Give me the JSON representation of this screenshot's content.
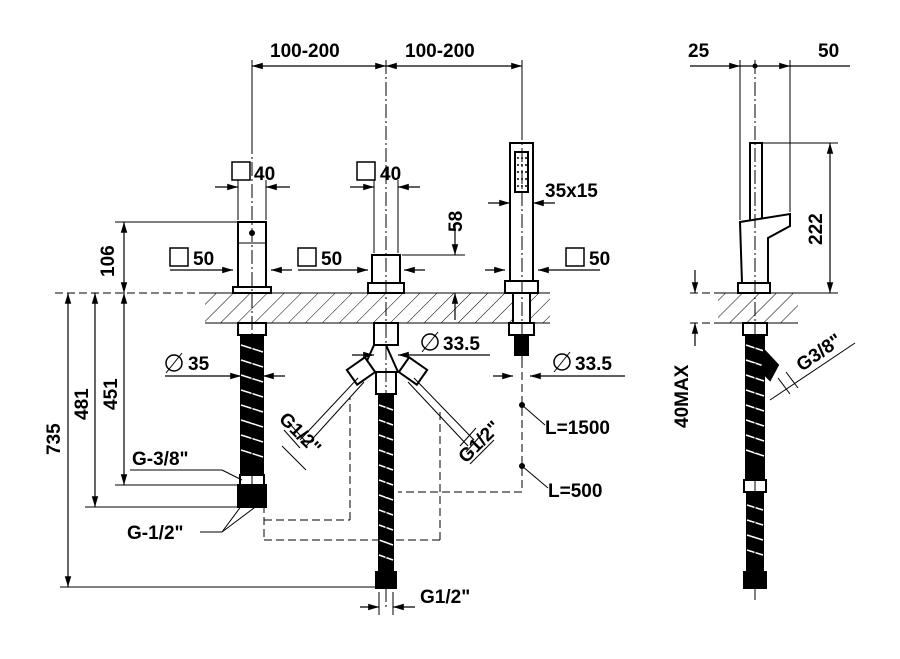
{
  "labels": {
    "spacing_left": "100-200",
    "spacing_right": "100-200",
    "side_25": "25",
    "side_50": "50",
    "sq40_left": "40",
    "sq40_center": "40",
    "handshower_section": "35x15",
    "sq50_left": "50",
    "sq50_center": "50",
    "sq50_right": "50",
    "height_106": "106",
    "height_58": "58",
    "height_222": "222",
    "diam_35": "35",
    "diam_33_5_center": "33.5",
    "diam_33_5_right": "33.5",
    "length_735": "735",
    "length_481": "481",
    "length_451": "451",
    "thread_g38_left": "G-3/8\"",
    "thread_g12_left": "G-1/2\"",
    "thread_g12_diag_left": "G1/2\"",
    "thread_g12_diag_right": "G1/2\"",
    "thread_g12_bottom": "G1/2\"",
    "thread_g38_side": "G3/8\"",
    "hose_l1500": "L=1500",
    "hose_l500": "L=500",
    "max_40": "40MAX"
  }
}
